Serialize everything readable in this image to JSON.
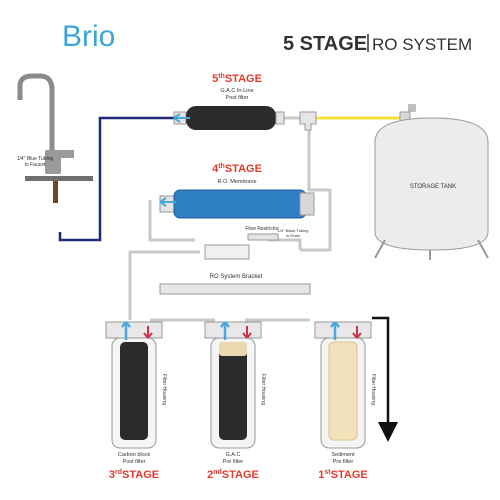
{
  "brand": {
    "logo_text": "Brio",
    "color": "#3aa5d6"
  },
  "title": {
    "main": "5 STAGE",
    "sub": "RO SYSTEM"
  },
  "colors": {
    "stage_red": "#e23b2e",
    "tubing_blue": "#1b2a78",
    "tubing_yellow": "#f3e23a",
    "tubing_grey": "#bdbdbd",
    "arrow_blue": "#4aa8dc",
    "arrow_red": "#c8334a",
    "membrane_blue": "#2f7fc4",
    "carbon_black": "#2b2b2b"
  },
  "faucet": {
    "label_line1": "1/4\" Blue Tubing",
    "label_line2": "to Faucet"
  },
  "stage5": {
    "number": "5",
    "suffix": "th",
    "word": "STAGE",
    "line1": "G.A.C In-Line",
    "line2": "Post filter"
  },
  "stage4": {
    "number": "4",
    "suffix": "th",
    "word": "STAGE",
    "line1": "R.O. Membrane",
    "restrictor": "Flow Restrictor",
    "drain_line1": "1/4\" Black Tubing",
    "drain_line2": "to Drain"
  },
  "tank": {
    "label": "STORAGE TANK"
  },
  "bracket": {
    "label": "RO System Bracket"
  },
  "housings": [
    {
      "number": "3",
      "suffix": "rd",
      "word": "STAGE",
      "line1": "Carbon block",
      "line2": "Post filter",
      "housing_label": "Filter Housing"
    },
    {
      "number": "2",
      "suffix": "nd",
      "word": "STAGE",
      "line1": "G.A.C",
      "line2": "Pre filter",
      "housing_label": "Filter Housing"
    },
    {
      "number": "1",
      "suffix": "st",
      "word": "STAGE",
      "line1": "Sediment",
      "line2": "Pre filter",
      "housing_label": "Filter Housing"
    }
  ]
}
